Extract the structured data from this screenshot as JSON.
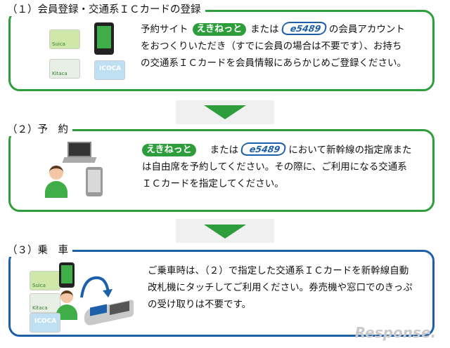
{
  "steps": [
    {
      "title": "（１）会員登録・交通系ＩＣカードの登録",
      "lines": [
        {
          "pre": "予約サイト",
          "ekinet": "えきねっと",
          "mid": "または",
          "e5489": "e5489",
          "post": "の会員アカウント"
        },
        {
          "text": "をおつくりいただき（すでに会員の場合は不要です）、お持ち"
        },
        {
          "text": "の交通系ＩＣカードを会員情報にあらかじめご登録ください。"
        }
      ],
      "cards": [
        "Suica",
        "Kitaca",
        "ICOCA"
      ]
    },
    {
      "title": "（２）予　約",
      "lines": [
        {
          "ekinet": "えきねっと",
          "mid": "または",
          "e5489": "e5489",
          "post": "において新幹線の指定席また"
        },
        {
          "text": "は自由席を予約してください。その際に、ご利用になる交通系"
        },
        {
          "text": "ＩＣカードを指定してください。"
        }
      ]
    },
    {
      "title": "（３）乗　車",
      "lines": [
        {
          "text": "ご乗車時は、（２）で指定した交通系ＩＣカードを新幹線自動"
        },
        {
          "text": "改札機にタッチしてご利用ください。券売機や窓口でのきっぷ"
        },
        {
          "text": "の受け取りは不要です。"
        }
      ],
      "cards": [
        "Suica",
        "Kitaca",
        "ICOCA"
      ]
    }
  ],
  "watermark": "Response.",
  "colors": {
    "green": "#2e9e3c",
    "blue": "#1d5fa8"
  }
}
